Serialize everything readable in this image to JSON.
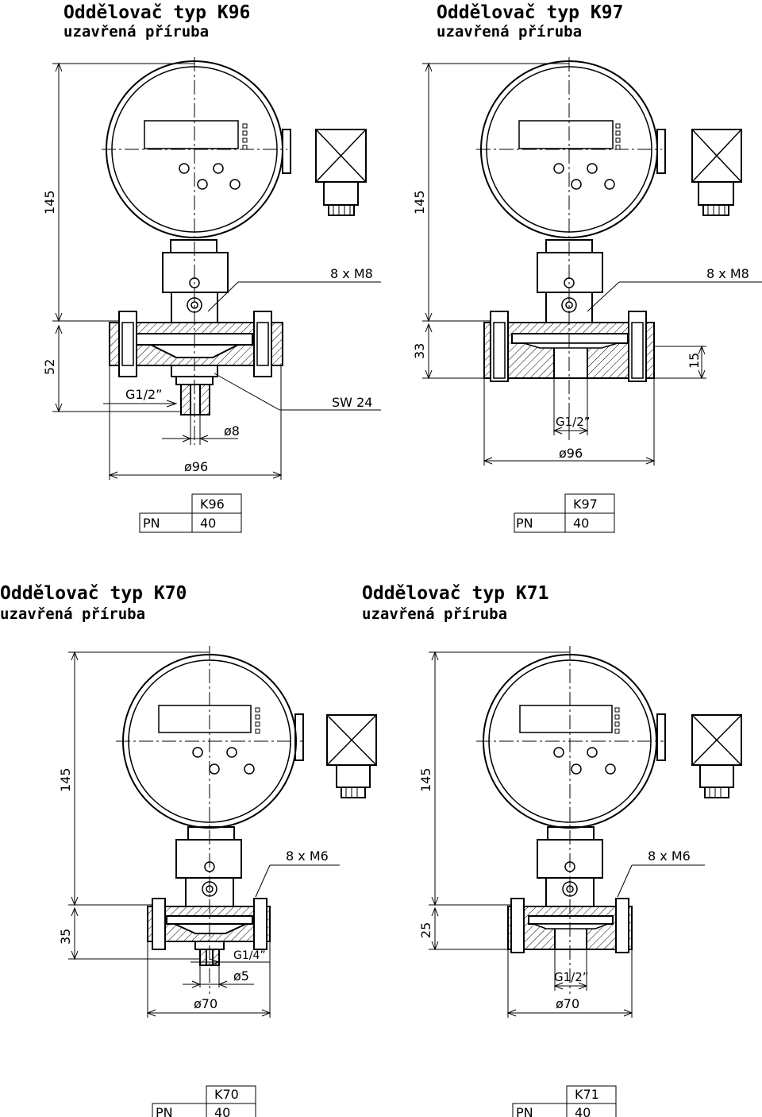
{
  "panels": [
    {
      "title": "Oddělovač typ K96",
      "subtitle": "uzavřená příruba",
      "dims": {
        "height": "145",
        "lower": "52",
        "bolt": "8 x M8",
        "thread": "G1/2”",
        "bore": "ø8",
        "wrench": "SW 24",
        "diameter": "ø96"
      },
      "table": {
        "header": "K96",
        "row_label": "PN",
        "row_value": "40"
      }
    },
    {
      "title": "Oddělovač typ K97",
      "subtitle": "uzavřená příruba",
      "dims": {
        "height": "145",
        "lower": "33",
        "bolt": "8 x M8",
        "side": "15",
        "thread": "G1/2”",
        "diameter": "ø96"
      },
      "table": {
        "header": "K97",
        "row_label": "PN",
        "row_value": "40"
      }
    },
    {
      "title": "Oddělovač typ K70",
      "subtitle": "uzavřená příruba",
      "dims": {
        "height": "145",
        "lower": "35",
        "bolt": "8 x M6",
        "thread": "G1/4”",
        "bore": "ø5",
        "diameter": "ø70"
      },
      "table": {
        "header": "K70",
        "row_label": "PN",
        "row_value": "40"
      }
    },
    {
      "title": "Oddělovač typ K71",
      "subtitle": "uzavřená příruba",
      "dims": {
        "height": "145",
        "lower": "25",
        "bolt": "8 x M6",
        "thread": "G1/2”",
        "diameter": "ø70"
      },
      "table": {
        "header": "K71",
        "row_label": "PN",
        "row_value": "40"
      }
    }
  ]
}
